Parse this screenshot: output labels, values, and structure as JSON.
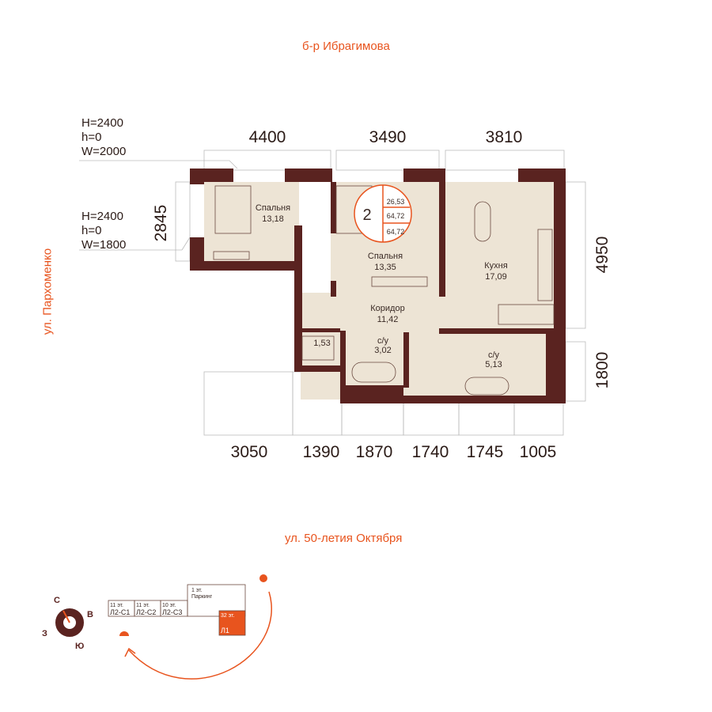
{
  "streets": {
    "top": "б-р Ибрагимова",
    "left": "ул. Пархоменко",
    "bottom": "ул. 50-летия Октября"
  },
  "windows": [
    {
      "h1": "H=2400",
      "h2": "h=0",
      "w": "W=2000"
    },
    {
      "h1": "H=2400",
      "h2": "h=0",
      "w": "W=1800"
    }
  ],
  "dims": {
    "top": [
      "4400",
      "3490",
      "3810"
    ],
    "bottom": [
      "3050",
      "1390",
      "1870",
      "1740",
      "1745",
      "1005"
    ],
    "left": "2845",
    "right": [
      "4950",
      "1800"
    ]
  },
  "rooms": [
    {
      "name": "Спальня",
      "area": "13,18"
    },
    {
      "name": "Спальня",
      "area": "13,35"
    },
    {
      "name": "Кухня",
      "area": "17,09"
    },
    {
      "name": "Коридор",
      "area": "11,42"
    },
    {
      "name": "",
      "area": "1,53"
    },
    {
      "name": "с/у",
      "area": "3,02"
    },
    {
      "name": "с/у",
      "area": "5,13"
    }
  ],
  "badge": {
    "rooms": "2",
    "living": "26,53",
    "total": "64,72",
    "total2": "64,72"
  },
  "compass": {
    "n": "С",
    "e": "В",
    "s": "Ю",
    "w": "З"
  },
  "site": [
    {
      "floors": "11 эт.",
      "name": "Л2-С1"
    },
    {
      "floors": "11 эт.",
      "name": "Л2-С2"
    },
    {
      "floors": "10 эт.",
      "name": "Л2-С3"
    },
    {
      "floors": "1 эт.",
      "name": "Паркинг"
    },
    {
      "floors": "32 эт.",
      "name": "Л1"
    }
  ],
  "colors": {
    "wall": "#5a2320",
    "floor": "#ede4d5",
    "accent": "#e8541e"
  }
}
